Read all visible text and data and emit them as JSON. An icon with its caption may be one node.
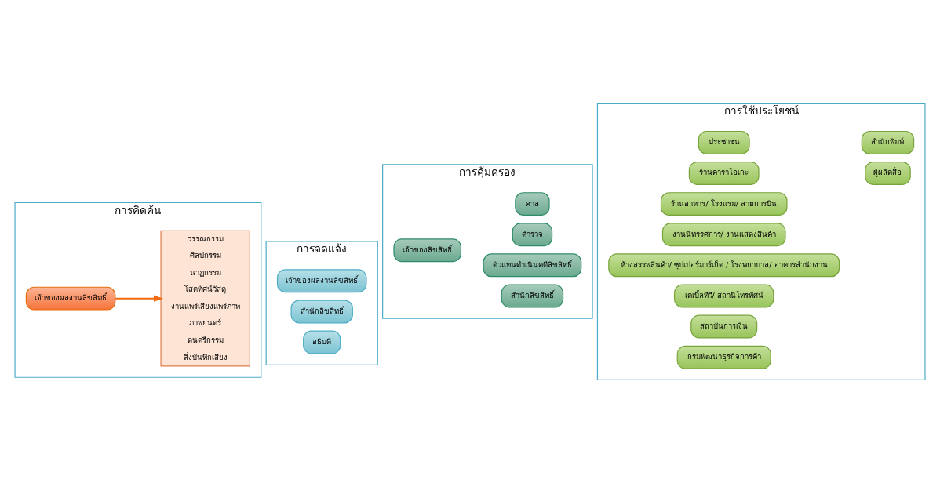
{
  "diagram": {
    "nodes": [
      {
        "text": [
          "การคิดค้น"
        ]
      },
      {
        "text": [
          "เจ้าของผลงานลิขสิทธิ์"
        ],
        "in": 0
      },
      {
        "text": [
          "วรรณกรรม",
          "ศิลปกรรม",
          "นาฏกรรม",
          "โสตทัศน์วัสดุ",
          "งานแพร่เสียงแพร่ภาพ",
          "ภาพยนตร์",
          "ดนตรีกรรม",
          "สิ่งบันทึกเสียง"
        ],
        "in": 0
      },
      {
        "text": [
          "การจดแจ้ง"
        ]
      },
      {
        "text": [
          "เจ้าของผลงานลิขสิทธิ์"
        ],
        "in": 3
      },
      {
        "text": [
          "สำนักลิขสิทธิ์"
        ],
        "in": 3
      },
      {
        "text": [
          "อธิบดี"
        ],
        "in": 3
      },
      {
        "text": [
          "การคุ้มครอง"
        ]
      },
      {
        "text": [
          "เจ้าของลิขสิทธิ์"
        ],
        "in": 7
      },
      {
        "text": [
          "สำนักลิขสิทธิ์"
        ],
        "in": 7
      },
      {
        "text": [
          "ตัวแทนดำเนินคดีลิขสิทธิ์"
        ],
        "in": 7
      },
      {
        "text": [
          "ตำรวจ"
        ],
        "in": 7
      },
      {
        "text": [
          "ศาล"
        ],
        "in": 7
      },
      {
        "text": [
          "การใช้ประโยชน์"
        ]
      },
      {
        "text": [
          "ประชาชน"
        ],
        "in": 13
      },
      {
        "text": [
          "สำนักพิมพ์"
        ],
        "in": 13
      },
      {
        "text": [
          "ร้านคาราโอเกะ"
        ],
        "in": 13
      },
      {
        "text": [
          "ผู้ผลิตสื่อ"
        ],
        "in": 13
      },
      {
        "text": [
          "ร้านอาหาร/ โรงแรม/ สายการบิน"
        ],
        "in": 13
      },
      {
        "text": [
          "งานนิทรรศการ/ งานแสดงสินค้า"
        ],
        "in": 13
      },
      {
        "text": [
          "ห้างสรรพสินค้า/ ซุปเปอร์มาร์เก็ต / โรงพยาบาล/ อาคารสำนักงาน"
        ],
        "in": 13
      },
      {
        "text": [
          "เคเบิ้ลทีวี/ สถานีโทรทัศน์"
        ],
        "in": 13
      },
      {
        "text": [
          "สถาบันการเงิน"
        ],
        "in": 13
      },
      {
        "text": [
          "กรมพัฒนาธุรกิจการค้า"
        ],
        "in": 13
      }
    ],
    "edges": [
      {
        "from": 1,
        "to": 2,
        "arrow": "to",
        "color": "#f26a10"
      }
    ]
  }
}
